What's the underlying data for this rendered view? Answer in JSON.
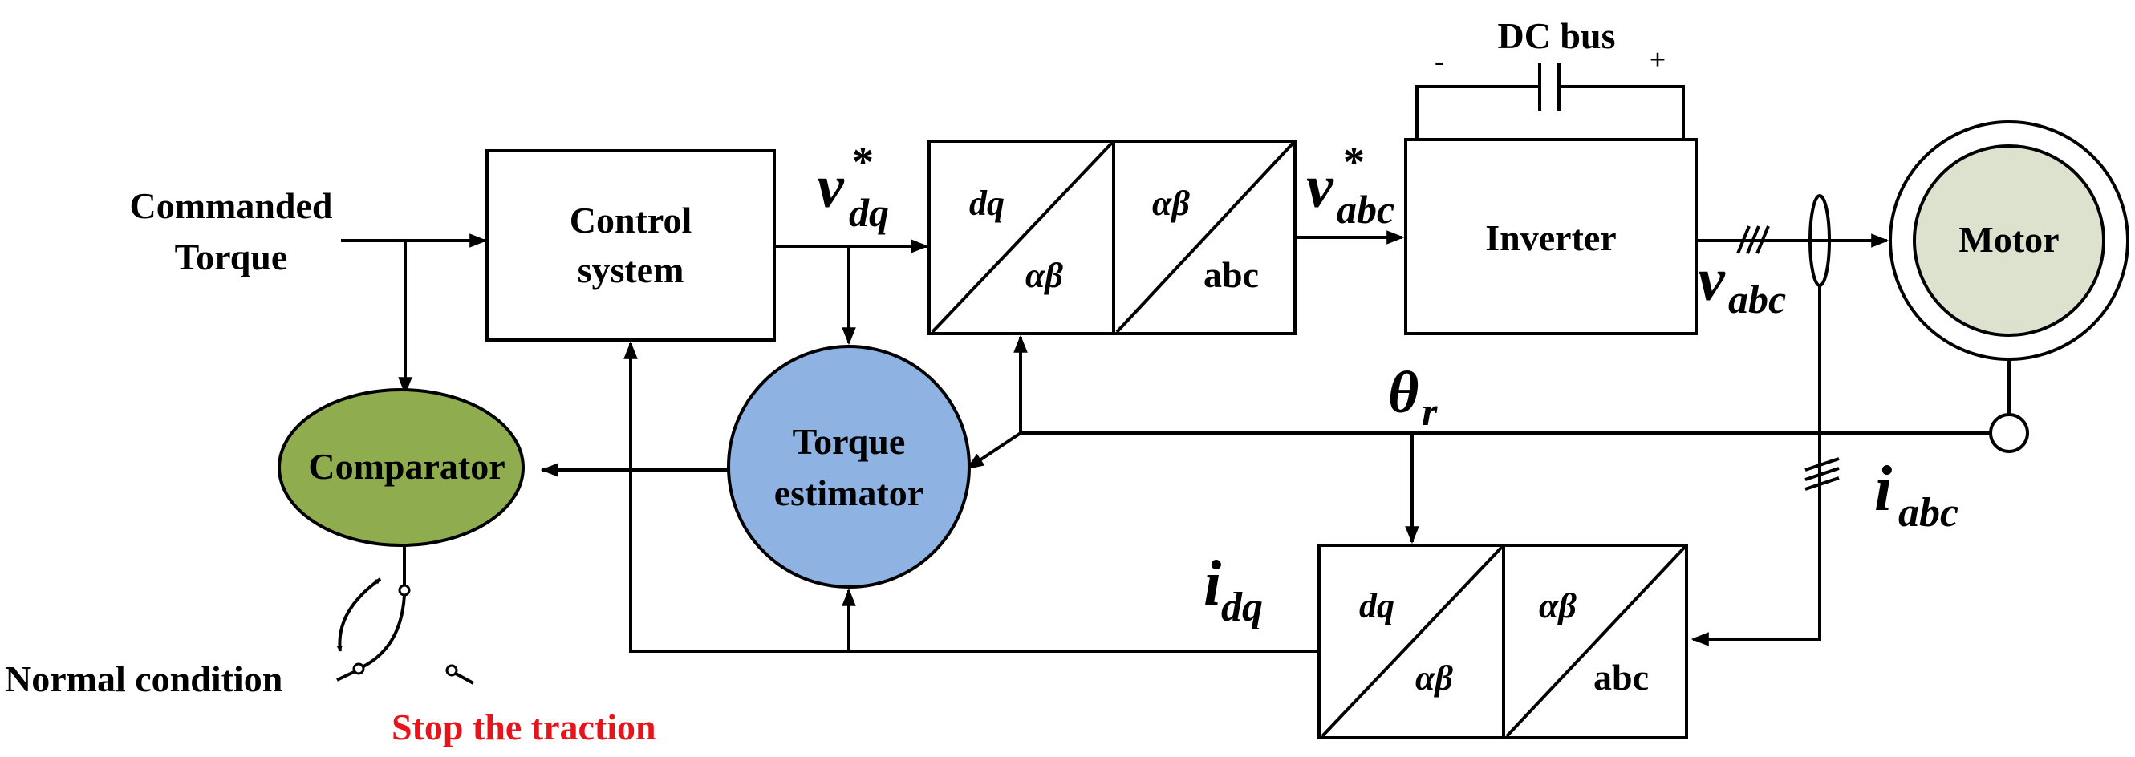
{
  "labels": {
    "commanded_torque_line1": "Commanded",
    "commanded_torque_line2": "Torque",
    "control_system_line1": "Control",
    "control_system_line2": "system",
    "v_dq_main": "v",
    "v_dq_sub": "dq",
    "v_dq_sup": "*",
    "dq_to_ab_top": "dq",
    "dq_to_ab_bottom": "αβ",
    "ab_to_abc_top": "αβ",
    "ab_to_abc_bottom": "abc",
    "v_abc_star_main": "v",
    "v_abc_star_sub": "abc",
    "v_abc_star_sup": "*",
    "dc_bus": "DC bus",
    "dc_minus": "-",
    "dc_plus": "+",
    "inverter": "Inverter",
    "v_abc_main": "v",
    "v_abc_sub": "abc",
    "motor": "Motor",
    "theta_main": "θ",
    "theta_sub": "r",
    "torque_estimator_line1": "Torque",
    "torque_estimator_line2": "estimator",
    "comparator": "Comparator",
    "i_abc_main": "i",
    "i_abc_sub": "abc",
    "i_dq_main": "i",
    "i_dq_sub": "dq",
    "dq_to_ab2_top": "dq",
    "dq_to_ab2_bottom": "αβ",
    "ab_to_abc2_top": "αβ",
    "ab_to_abc2_bottom": "abc",
    "normal_condition": "Normal condition",
    "stop_traction": "Stop the traction"
  },
  "colors": {
    "comparator_fill": "#8fad4f",
    "torque_estimator_fill": "#8eb2e2",
    "motor_fill": "#dde2cf",
    "stop_text": "#e8141b"
  }
}
